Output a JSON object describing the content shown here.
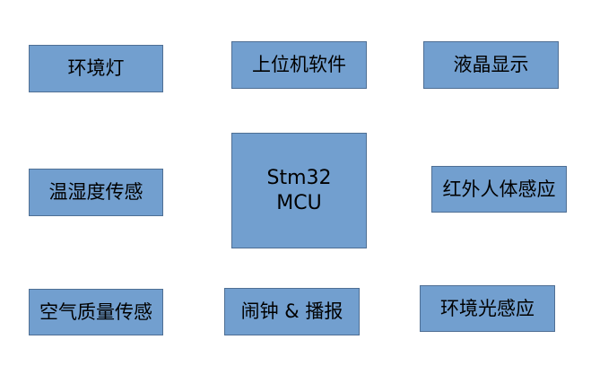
{
  "blocks": {
    "env_light": "环境灯",
    "pc_software": "上位机软件",
    "lcd": "液晶显示",
    "temp_humidity": "温湿度传感",
    "mcu_line1": "Stm32",
    "mcu_line2": "MCU",
    "ir_sensor": "红外人体感应",
    "air_quality": "空气质量传感",
    "alarm_broadcast": "闹钟 & 播报",
    "ambient_light": "环境光感应"
  },
  "colors": {
    "box_fill": "#729fcf",
    "box_border": "#4f6f94",
    "background": "#ffffff"
  }
}
